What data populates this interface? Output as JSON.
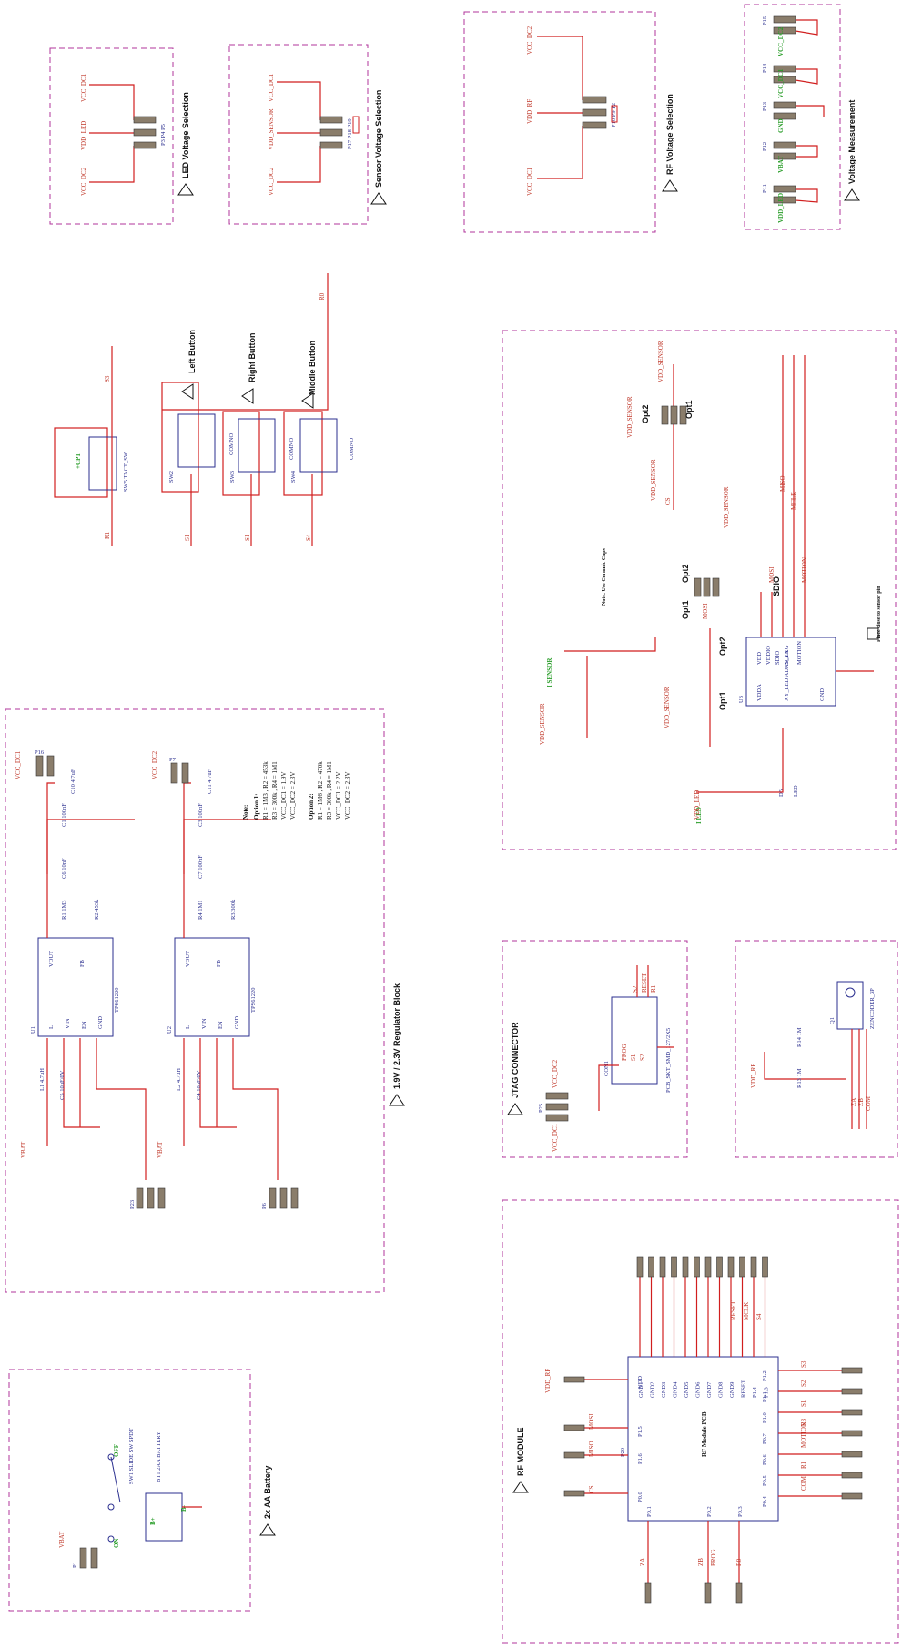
{
  "sections": {
    "led_voltage_selection": "LED Voltage Selection",
    "sensor_voltage_selection": "Sensor Voltage Selection",
    "rf_voltage_selection": "RF Voltage Selection",
    "voltage_measurement": "Voltage Measurement",
    "regulator_block": "1.9V / 2.3V Regulator Block",
    "battery": "2x AA Battery",
    "jtag": "JTAG CONNECTOR",
    "rf_module": "RF MODULE"
  },
  "buttons": {
    "left": "Left Button",
    "right": "Right Button",
    "middle": "Middle Button"
  },
  "nets": {
    "vcc_dc1": "VCC_DC1",
    "vcc_dc2": "VCC_DC2",
    "vdd_led": "VDD_LED",
    "vdd_sensor": "VDD_SENSOR",
    "vdd_rf": "VDD_RF",
    "vbat": "VBAT",
    "gnd": "GND",
    "prog": "PROG",
    "reset": "RESET",
    "mosi": "MOSI",
    "miso": "MISO",
    "sclk": "SCLK",
    "mclk": "MCLK",
    "cs": "CS",
    "motion": "MOTION",
    "s1": "S1",
    "s2": "S2",
    "s3": "S3",
    "s4": "S4",
    "r0": "R0",
    "r1": "R1",
    "r3": "R3",
    "com": "COM",
    "za": "ZA",
    "zb": "ZB",
    "sdio": "SDIO"
  },
  "parts": {
    "u1": "U1",
    "u2": "U2",
    "u3": "U3",
    "tps": "TPS61220",
    "sensor_ic": "XY_LED ADNS_YYG",
    "l1": "L1  4.7uH",
    "l2": "L2  4.7uH",
    "r1": "R1 1M3",
    "r2": "R2 453k",
    "r3": "R3 300k",
    "r4": "R4 1M1",
    "sw1": "SW1 SLIDE SW SPDT",
    "bt1": "BT1 2AA BATTERY",
    "sw5": "SW5 TACT_SW",
    "sw2": "SW2",
    "sw3": "SW3",
    "sw4": "SW4",
    "comno": "COMNO",
    "con1": "CON1",
    "pcb_skt": "PCB_SKT_SMD_127/2X5",
    "q1": "Q1",
    "zen": "ZENCODER_3P",
    "rf_pcb": "RF Module PCB",
    "led": "LED",
    "d5": "D5",
    "r14": "R14 1M",
    "r13": "R13 1M"
  },
  "labels": {
    "on": "ON",
    "off": "OFF",
    "bplus": "B+",
    "bminus": "B-",
    "cp1": "+CP1",
    "opt1": "Opt1",
    "opt2": "Opt2",
    "note_caps": "Note: Use Ceramic Caps",
    "place_close": "Place close to sensor pin",
    "i_sensor": "I SENSOR",
    "i_led": "I LED"
  },
  "note": {
    "title": "Note:",
    "option1": "Option 1:",
    "o1_l1": "R1 = 1M3 ,  R2 = 453k",
    "o1_l2": "R3 = 300k , R4 = 1M1",
    "o1_l3": "VCC_DC1 = 1.9V",
    "o1_l4": "VCC_DC2 = 2.3V",
    "option2": "Option 2:",
    "o2_l1": "R1 = 1M6 ,  R2 = 470k",
    "o2_l2": "R3 = 300k , R4 = 1M1",
    "o2_l3": "VCC_DC1 = 2.2V",
    "o2_l4": "VCC_DC2 = 2.3V"
  },
  "rf_pins": {
    "top": [
      "GND1",
      "GND2",
      "GND3",
      "GND4",
      "GND5",
      "GND6",
      "GND7",
      "GND8",
      "GND9",
      "RESET",
      "P1.4",
      "P1.3"
    ],
    "left": [
      "VDD",
      "P1.5",
      "P1.6",
      "P0.0"
    ],
    "bottom": [
      "P0.1",
      "P0.2",
      "P0.3"
    ],
    "right": [
      "P1.2",
      "P1.1",
      "P1.0",
      "P0.7",
      "P0.6",
      "P0.5",
      "P0.4"
    ]
  }
}
